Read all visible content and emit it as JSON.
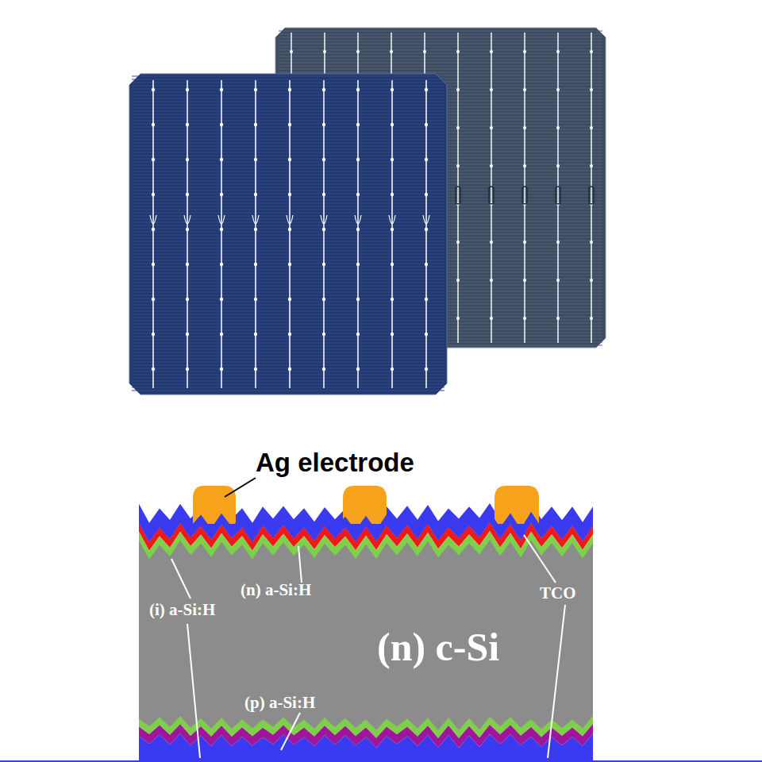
{
  "diagram": {
    "nodes": [
      {
        "text": [
          "(n) c-Si"
        ]
      }
    ],
    "labels": [
      "Ag electrode",
      "(i) a-Si:H",
      "(n) a-Si:H",
      "TCO",
      "(p) a-Si:H"
    ]
  }
}
